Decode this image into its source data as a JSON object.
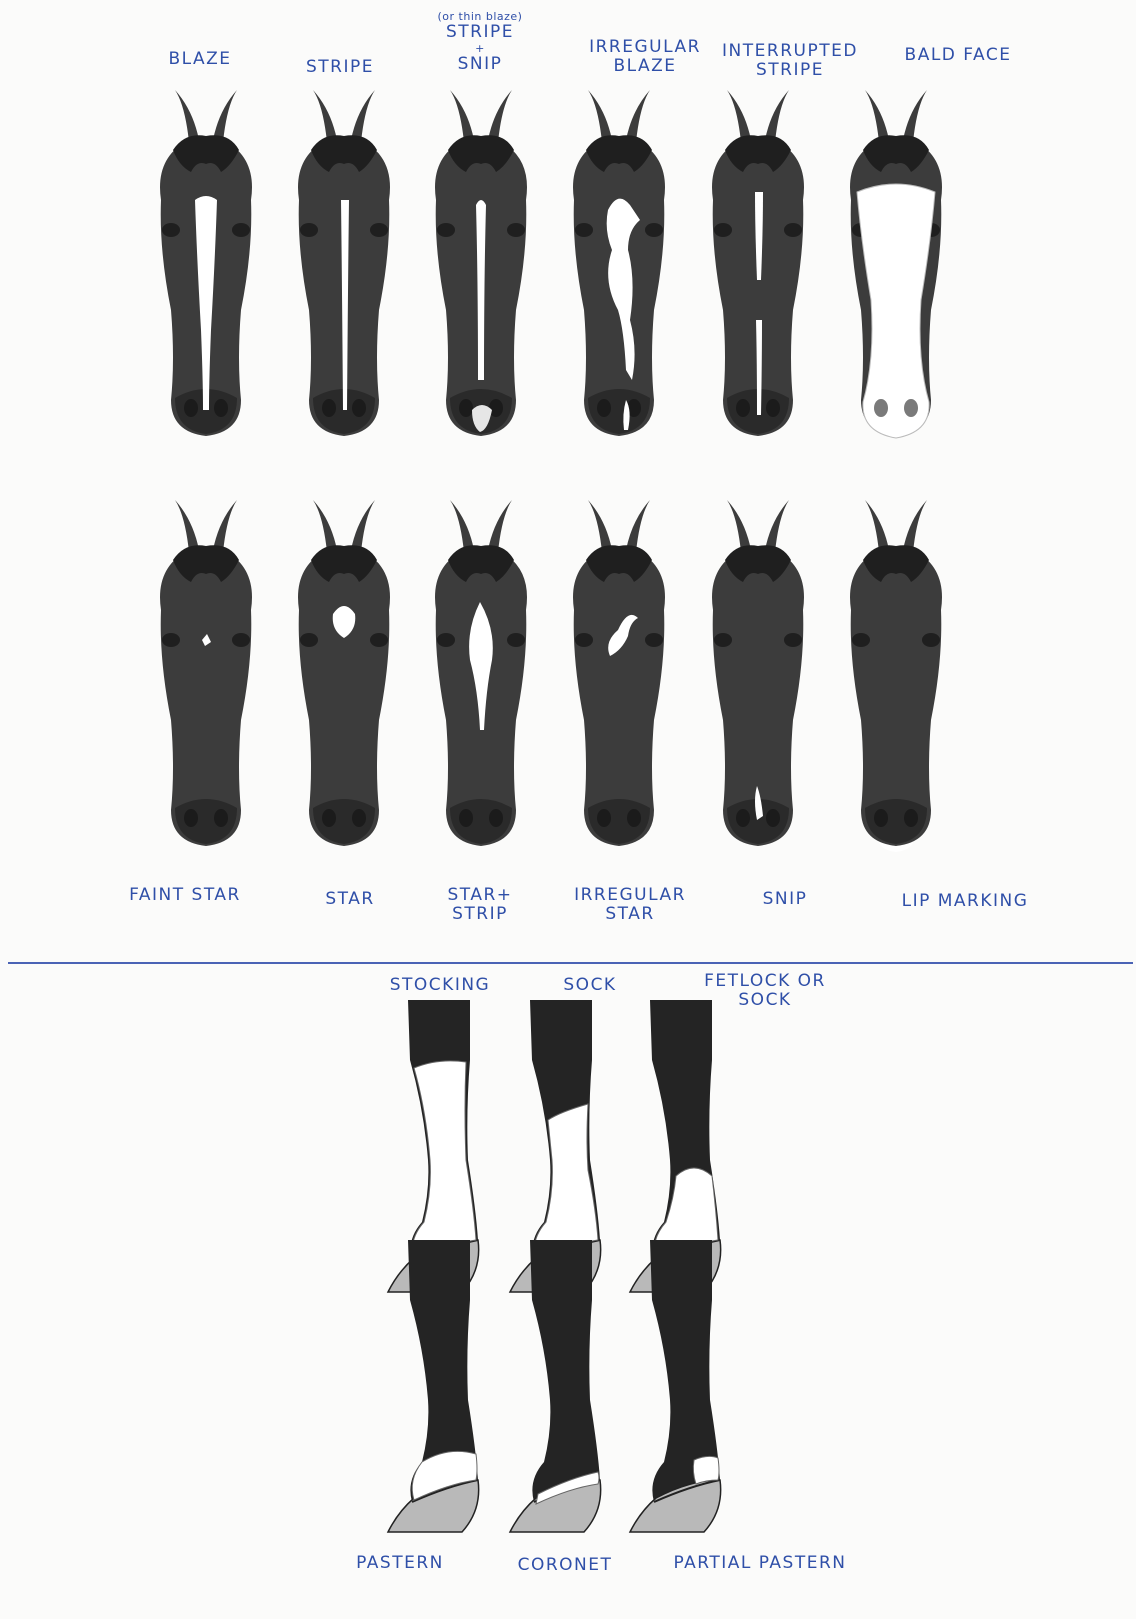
{
  "face_markings_top": [
    {
      "lines": [
        "BLAZE"
      ],
      "marking": "blaze"
    },
    {
      "lines": [
        "STRIPE"
      ],
      "marking": "stripe"
    },
    {
      "note": "(or thin blaze)",
      "lines": [
        "STRIPE",
        "+",
        "SNIP"
      ],
      "marking": "stripe-snip"
    },
    {
      "lines": [
        "IRREGULAR",
        "BLAZE"
      ],
      "marking": "irregular-blaze"
    },
    {
      "lines": [
        "INTERRUPTED",
        "STRIPE"
      ],
      "marking": "interrupted-stripe"
    },
    {
      "lines": [
        "BALD FACE"
      ],
      "marking": "bald-face"
    }
  ],
  "face_markings_bottom": [
    {
      "lines": [
        "FAINT STAR"
      ],
      "marking": "faint-star"
    },
    {
      "lines": [
        "STAR"
      ],
      "marking": "star"
    },
    {
      "lines": [
        "STAR+",
        "STRIP"
      ],
      "marking": "star-strip"
    },
    {
      "lines": [
        "IRREGULAR",
        "STAR"
      ],
      "marking": "irregular-star"
    },
    {
      "lines": [
        "SNIP"
      ],
      "marking": "snip"
    },
    {
      "lines": [
        "LIP MARKING"
      ],
      "marking": "lip"
    }
  ],
  "leg_markings_top": [
    {
      "lines": [
        "STOCKING"
      ],
      "marking": "stocking"
    },
    {
      "lines": [
        "SOCK"
      ],
      "marking": "sock"
    },
    {
      "lines": [
        "FETLOCK OR",
        "SOCK"
      ],
      "marking": "fetlock"
    }
  ],
  "leg_markings_bottom": [
    {
      "lines": [
        "PASTERN"
      ],
      "marking": "pastern"
    },
    {
      "lines": [
        "CORONET"
      ],
      "marking": "coronet"
    },
    {
      "lines": [
        "PARTIAL PASTERN"
      ],
      "marking": "partial-pastern"
    }
  ],
  "colors": {
    "ink": "#2f4fa8",
    "coat": "#3c3c3c",
    "mane": "#1f1f1f",
    "white": "#ffffff",
    "hoof": "#b9b9b9"
  }
}
